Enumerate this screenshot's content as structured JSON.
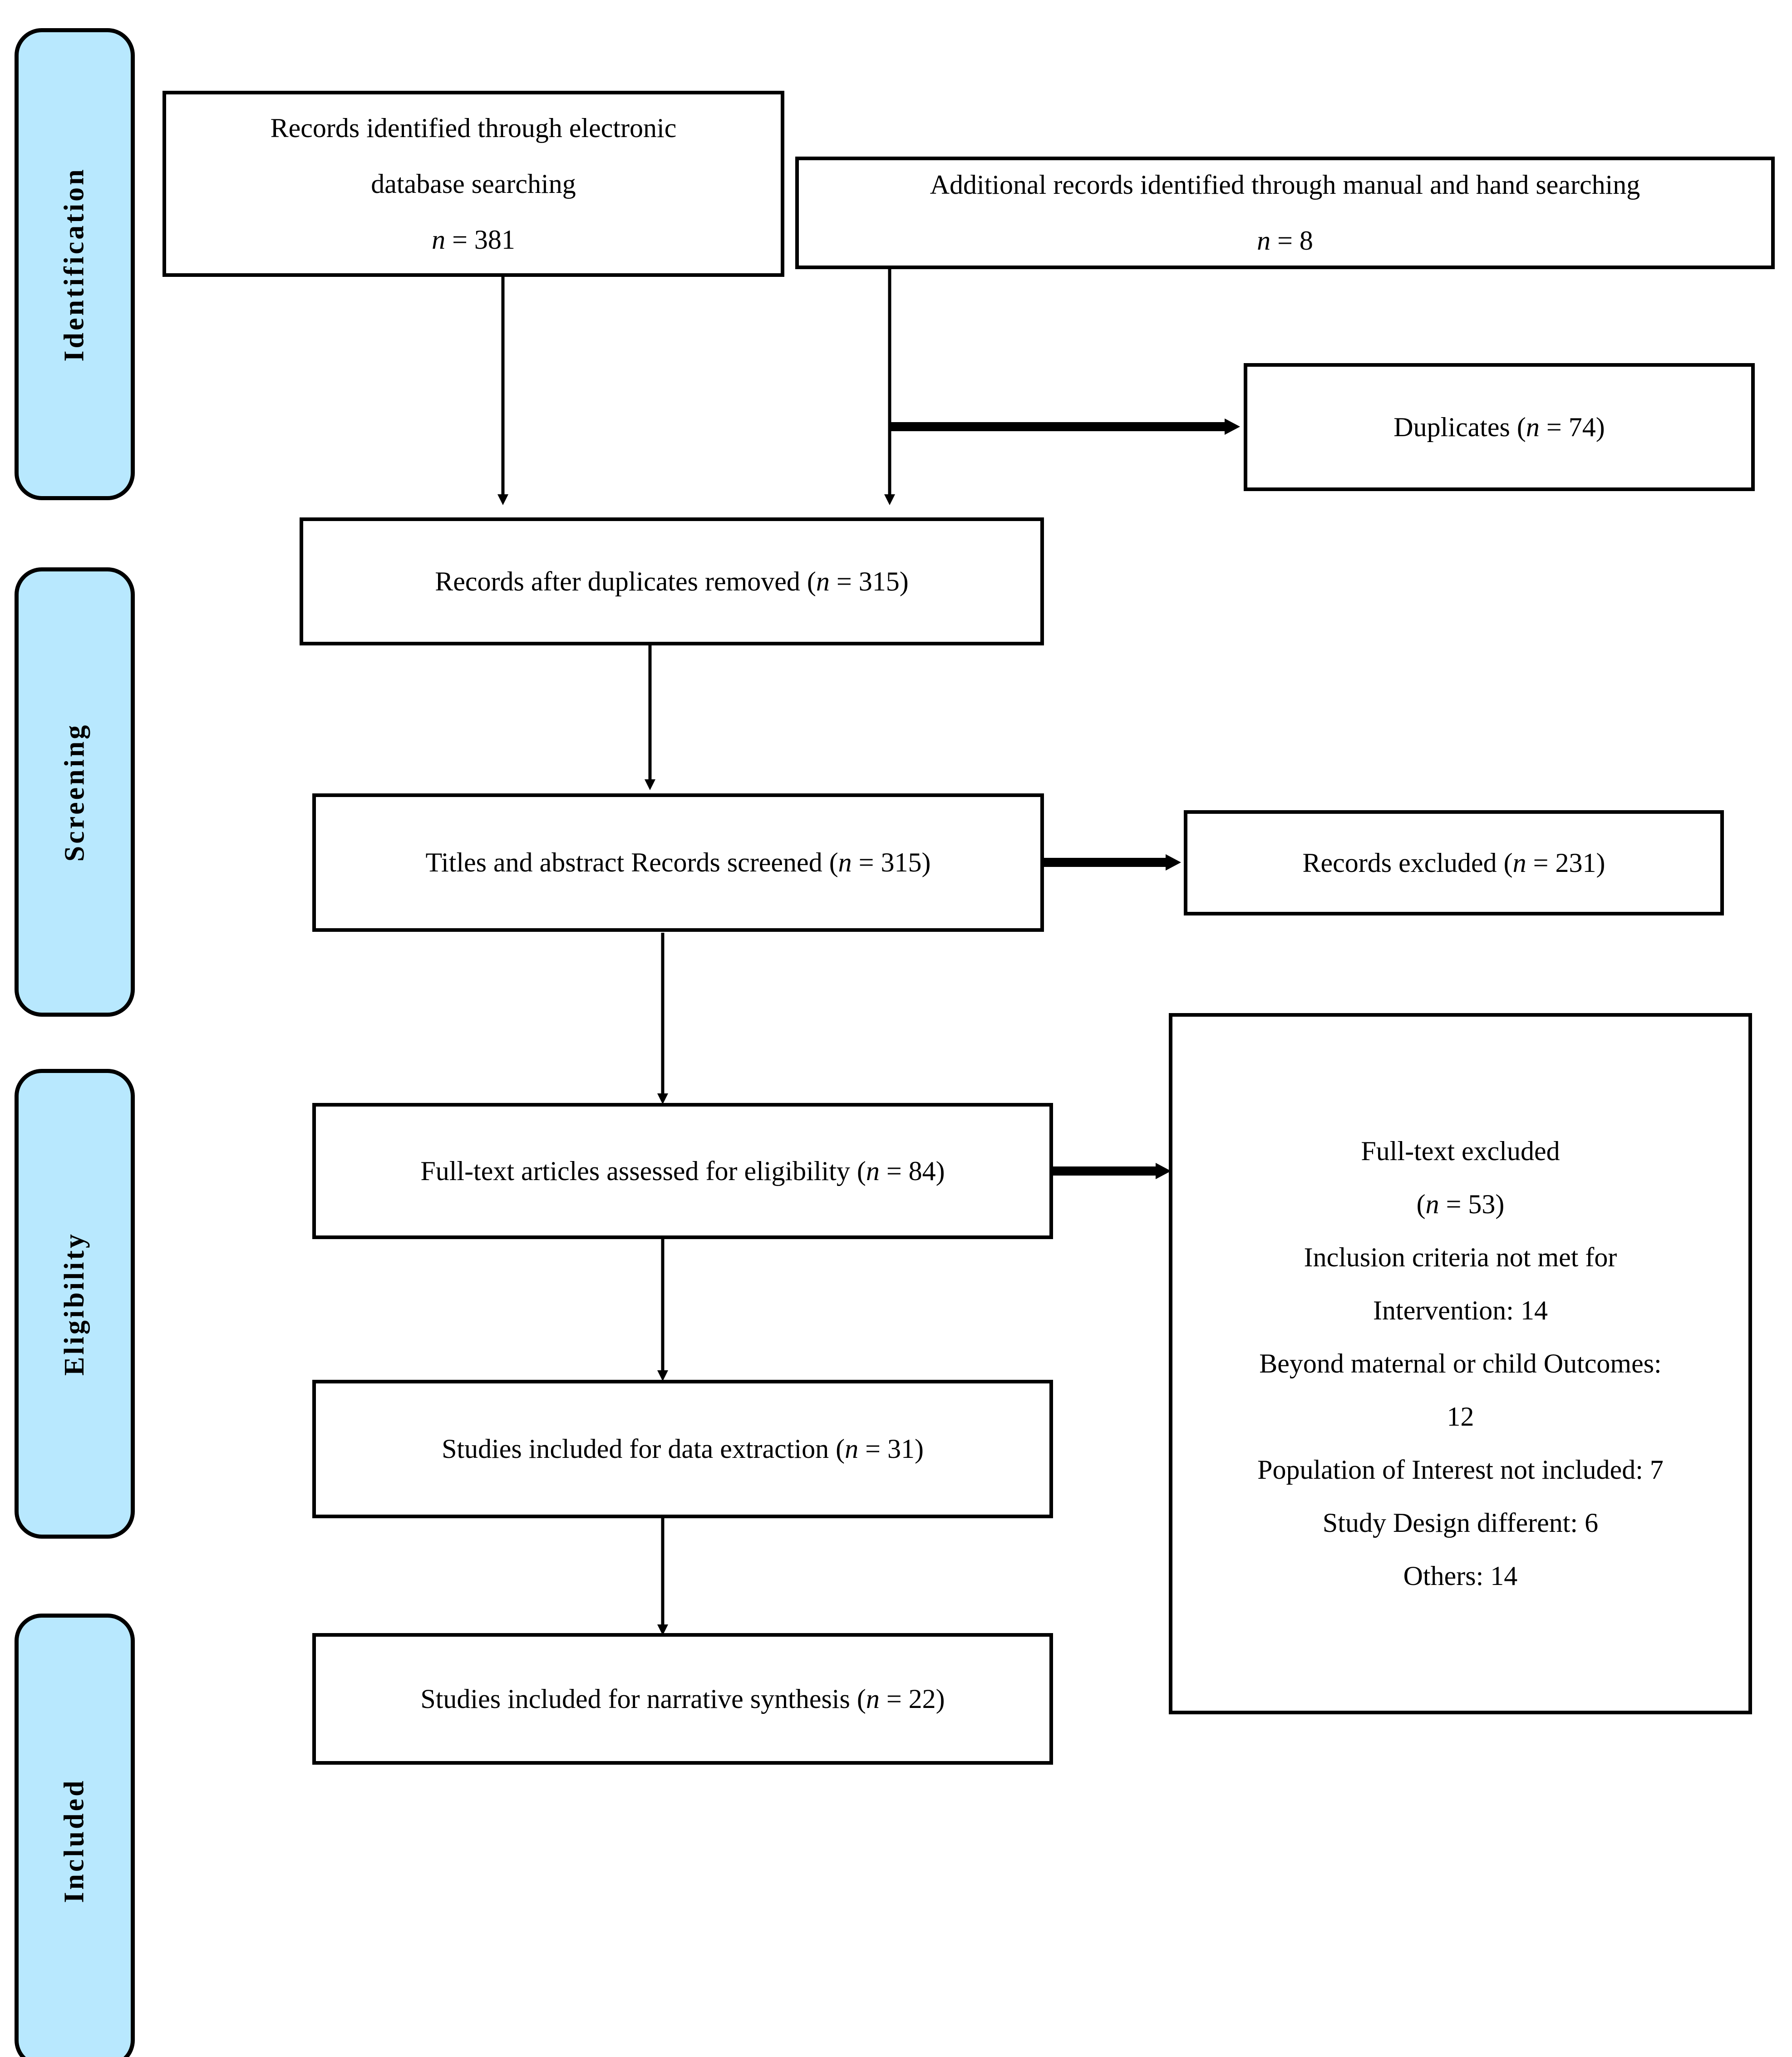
{
  "diagram": {
    "type": "prisma-flow-diagram",
    "background": "#ffffff",
    "accent_color": "#b8e8fe",
    "line_color": "#000000"
  },
  "stages": [
    {
      "id": "identification",
      "label": "Identification"
    },
    {
      "id": "screening",
      "label": "Screening"
    },
    {
      "id": "eligibility",
      "label": "Eligibility"
    },
    {
      "id": "included",
      "label": "Included"
    }
  ],
  "boxes": {
    "electronic_search": {
      "line1": "Records identified through electronic",
      "line2": "database searching",
      "count_label": "(n = 381)",
      "n": 381
    },
    "manual_search": {
      "line1": "Additional records identified through manual and hand searching",
      "count_label": "(n = 8)",
      "n": 8
    },
    "duplicates": {
      "line1": "Duplicates (n = 74)",
      "n": 74
    },
    "after_duplicates": {
      "line1": "Records after duplicates removed (n = 315)",
      "n": 315
    },
    "screened": {
      "line1": "Titles and abstract Records screened (n = 315)",
      "n": 315
    },
    "records_excluded": {
      "line1": "Records excluded (n = 231)",
      "n": 231
    },
    "full_text_assessed": {
      "line1": "Full-text articles assessed for eligibility (n = 84)",
      "n": 84
    },
    "full_text_excluded": {
      "title": "Full-text excluded",
      "count_label": "(n = 53)",
      "n": 53,
      "reasons_header": "Inclusion criteria not met for",
      "reasons": [
        "Intervention: 14",
        "Beyond maternal or child Outcomes:",
        "12",
        "Population of Interest not included: 7",
        "Study Design different: 6",
        "Others: 14"
      ]
    },
    "data_extraction": {
      "line1": "Studies included for data extraction (n = 31)",
      "n": 31
    },
    "narrative_synthesis": {
      "line1": "Studies included for narrative synthesis (n = 22)",
      "n": 22
    }
  },
  "connectors": [
    {
      "id": "electronic-to-afterdup",
      "from": "electronic_search",
      "to": "after_duplicates",
      "style": "thin-arrow-down"
    },
    {
      "id": "manual-to-afterdup",
      "from": "manual_search",
      "to": "after_duplicates",
      "style": "thin-arrow-down"
    },
    {
      "id": "manual-to-duplicates",
      "from": "manual_search",
      "to": "duplicates",
      "style": "thick-arrow-right"
    },
    {
      "id": "afterdup-to-screened",
      "from": "after_duplicates",
      "to": "screened",
      "style": "thin-arrow-down"
    },
    {
      "id": "screened-to-excluded",
      "from": "screened",
      "to": "records_excluded",
      "style": "thick-arrow-right"
    },
    {
      "id": "screened-to-fulltext",
      "from": "screened",
      "to": "full_text_assessed",
      "style": "thin-arrow-down"
    },
    {
      "id": "fulltext-to-ftexcluded",
      "from": "full_text_assessed",
      "to": "full_text_excluded",
      "style": "thick-arrow-right"
    },
    {
      "id": "fulltext-to-extraction",
      "from": "full_text_assessed",
      "to": "data_extraction",
      "style": "thin-arrow-down"
    },
    {
      "id": "extraction-to-synthesis",
      "from": "data_extraction",
      "to": "narrative_synthesis",
      "style": "thin-arrow-down"
    }
  ]
}
